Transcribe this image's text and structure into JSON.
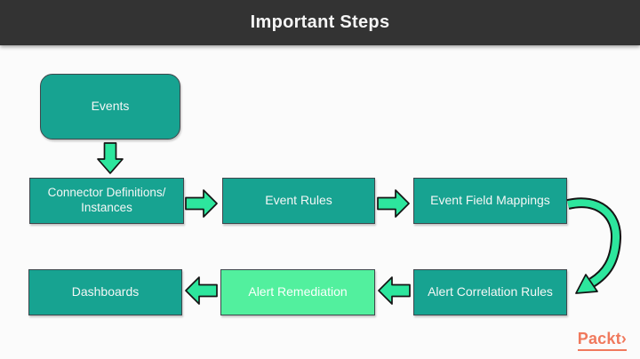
{
  "header": {
    "title": "Important Steps"
  },
  "diagram": {
    "nodes": {
      "events": {
        "label": "Events"
      },
      "connector": {
        "line1": "Connector Definitions/",
        "line2": "Instances"
      },
      "event_rules": {
        "label": "Event Rules"
      },
      "event_field_mappings": {
        "label": "Event Field Mappings"
      },
      "alert_correlation": {
        "label": "Alert Correlation Rules"
      },
      "alert_remediation": {
        "label": "Alert Remediation"
      },
      "dashboards": {
        "label": "Dashboards"
      }
    },
    "arrows": [
      {
        "icon": "down-arrow-icon",
        "from": "events",
        "to": "connector"
      },
      {
        "icon": "right-arrow-icon",
        "from": "connector",
        "to": "event_rules"
      },
      {
        "icon": "right-arrow-icon",
        "from": "event_rules",
        "to": "event_field_mappings"
      },
      {
        "icon": "curved-down-arrow-icon",
        "from": "event_field_mappings",
        "to": "alert_correlation"
      },
      {
        "icon": "left-arrow-icon",
        "from": "alert_correlation",
        "to": "alert_remediation"
      },
      {
        "icon": "left-arrow-icon",
        "from": "alert_remediation",
        "to": "dashboards"
      }
    ],
    "colors": {
      "header_bg": "#333333",
      "page_bg": "#fbfbfb",
      "node_teal": "#17a391",
      "node_light_green": "#52f09e",
      "arrow_green": "#2de69d",
      "node_border": "#3f474c",
      "node_text": "#f4f7f6"
    }
  },
  "footer": {
    "brand": "Packt›",
    "brand_color": "#f0795d"
  }
}
